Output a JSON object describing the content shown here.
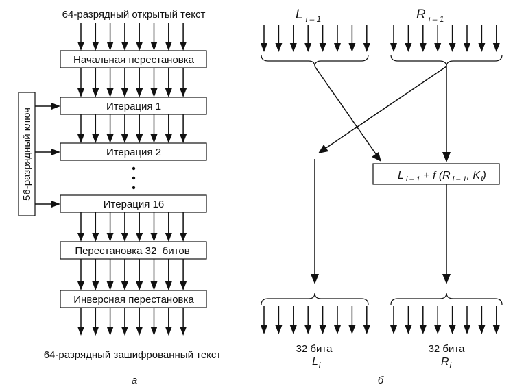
{
  "part_a": {
    "input_label": "64-разрядный открытый текст",
    "initial_permutation": "Начальная перестановка",
    "iteration_1": "Итерация 1",
    "iteration_2": "Итерация 2",
    "iteration_16": "Итерация 16",
    "permutation_32": "Перестановка 32  битов",
    "inverse_permutation": "Инверсная перестановка",
    "key_label": "56-разрядный ключ",
    "output_label": "64-разрядный зашифрованный текст",
    "caption": "а"
  },
  "part_b": {
    "left_in_base": "L",
    "left_in_sub": "i – 1",
    "right_in_base": "R",
    "right_in_sub": "i – 1",
    "func_L": "L",
    "func_L_sub": "i – 1",
    "func_mid": " + f (R",
    "func_R_sub": "i – 1",
    "func_K": ", K",
    "func_K_sub": "i",
    "func_close": ")",
    "left_out_bits": "32 бита",
    "left_out_base": "L",
    "left_out_sub": "i",
    "right_out_bits": "32 бита",
    "right_out_base": "R",
    "right_out_sub": "i",
    "caption": "б"
  }
}
